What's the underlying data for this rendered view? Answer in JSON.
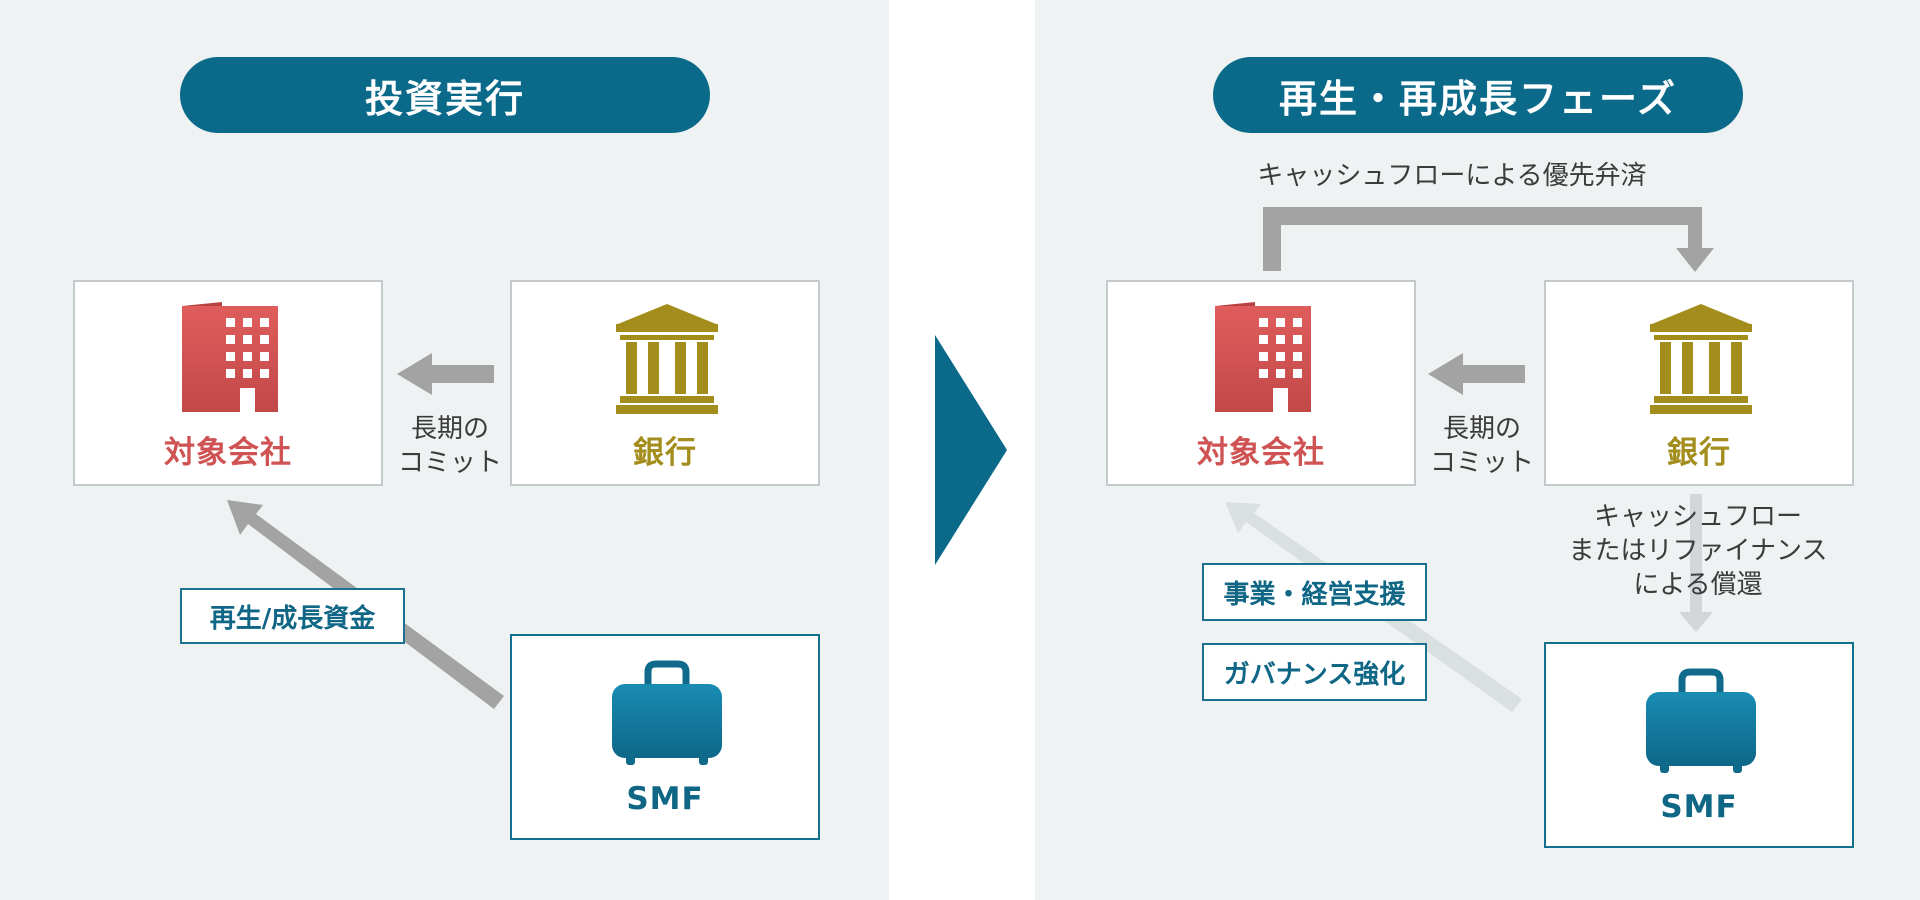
{
  "left": {
    "title": "投資実行",
    "company_label": "対象会社",
    "bank_label": "銀行",
    "smf_label": "SMF",
    "commit_line1": "長期の",
    "commit_line2": "コミット",
    "funding_tag": "再生/成長資金"
  },
  "right": {
    "title": "再生・再成長フェーズ",
    "company_label": "対象会社",
    "bank_label": "銀行",
    "smf_label": "SMF",
    "commit_line1": "長期の",
    "commit_line2": "コミット",
    "cashflow_label": "キャッシュフローによる優先弁済",
    "repay_line1": "キャッシュフロー",
    "repay_line2": "またはリファイナンス",
    "repay_line3": "による償還",
    "support_tag": "事業・経営支援",
    "governance_tag": "ガバナンス強化"
  },
  "colors": {
    "brand": "#0b6a8a",
    "company": "#cf5353",
    "bank": "#a38e1d",
    "smf": "#0f6685",
    "arrow": "#a3a3a3"
  },
  "icons": {
    "company": "office-building-icon",
    "bank": "bank-columns-icon",
    "smf": "suitcase-icon",
    "transition": "chevron-right-icon"
  }
}
